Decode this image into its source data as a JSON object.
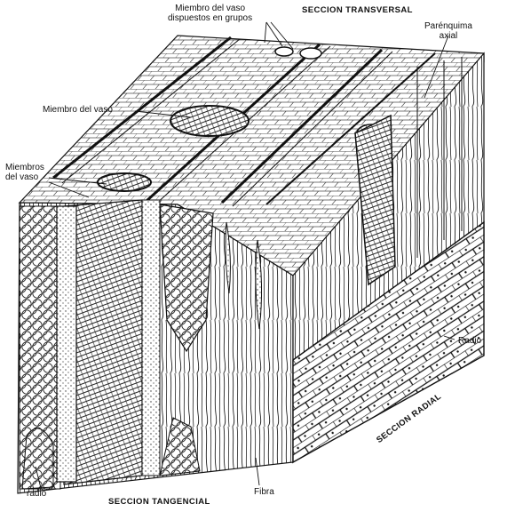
{
  "labels": {
    "vessel_groups_line1": "Miembro del vaso",
    "vessel_groups_line2": "dispuestos en grupos",
    "transverse_section": "SECCION TRANSVERSAL",
    "axial_parenchyma_line1": "Parénquima",
    "axial_parenchyma_line2": "axial",
    "vessel_member": "Miembro del vaso",
    "vessel_members_line1": "Miembros",
    "vessel_members_line2": "del vaso",
    "ray_right": "Radio",
    "radial_section": "SECCION RADIAL",
    "fiber": "Fibra",
    "ray_left": "radio",
    "tangential_section": "SECCION TANGENCIAL"
  },
  "colors": {
    "line": "#1a1a1a",
    "fill": "#ffffff",
    "shade": "#555555"
  }
}
